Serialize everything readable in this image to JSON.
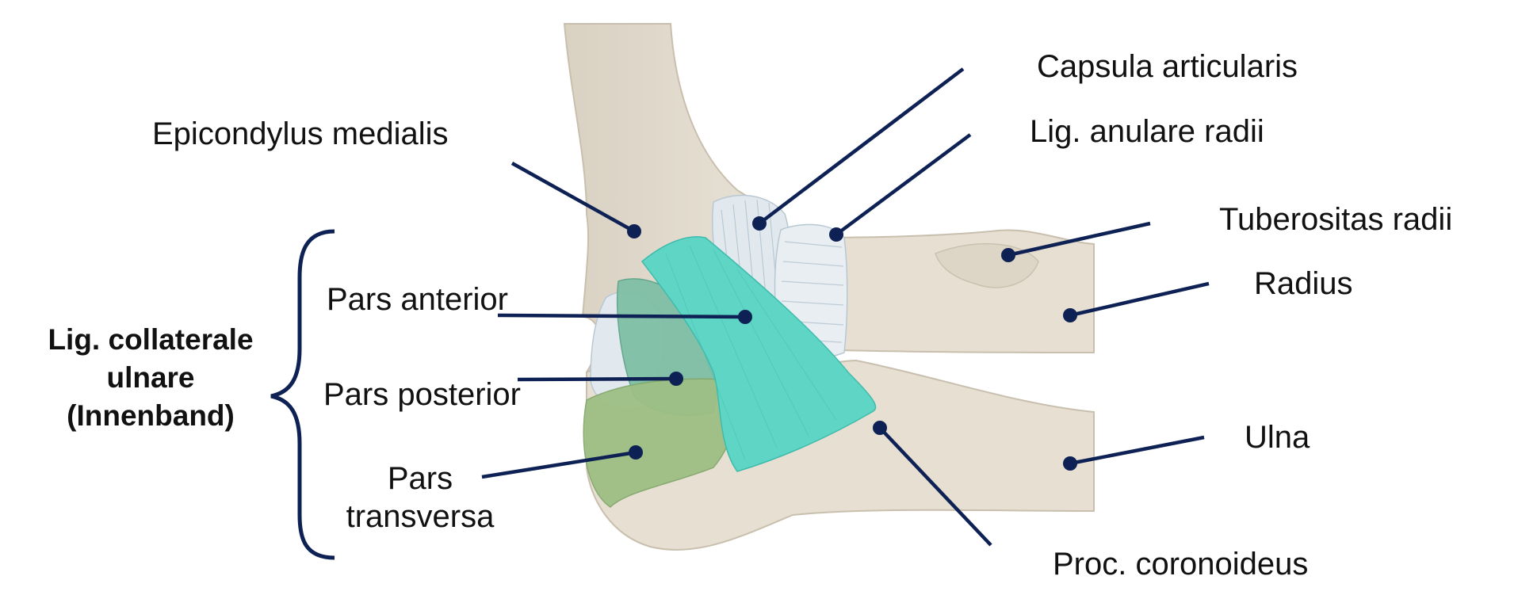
{
  "colors": {
    "bone": "#e3dccf",
    "bone_outline": "#c9bfae",
    "anterior_band": "#5fd5c6",
    "posterior_band": "#7fbfa6",
    "transverse_band": "#9dbf85",
    "capsule": "#e2e9ee",
    "leader": "#0e2154"
  },
  "labels": {
    "capsula_articularis": "Capsula articularis",
    "lig_anulare_radii": "Lig. anulare radii",
    "epicondylus_medialis": "Epicondylus medialis",
    "tuberositas_radii": "Tuberositas radii",
    "radius": "Radius",
    "pars_anterior": "Pars anterior",
    "pars_posterior": "Pars posterior",
    "pars_transversa_line1": "Pars",
    "pars_transversa_line2": "transversa",
    "ulna": "Ulna",
    "proc_coronoideus": "Proc. coronoideus",
    "group_line1": "Lig. collaterale",
    "group_line2": "ulnare",
    "group_line3": "(Innenband)"
  }
}
